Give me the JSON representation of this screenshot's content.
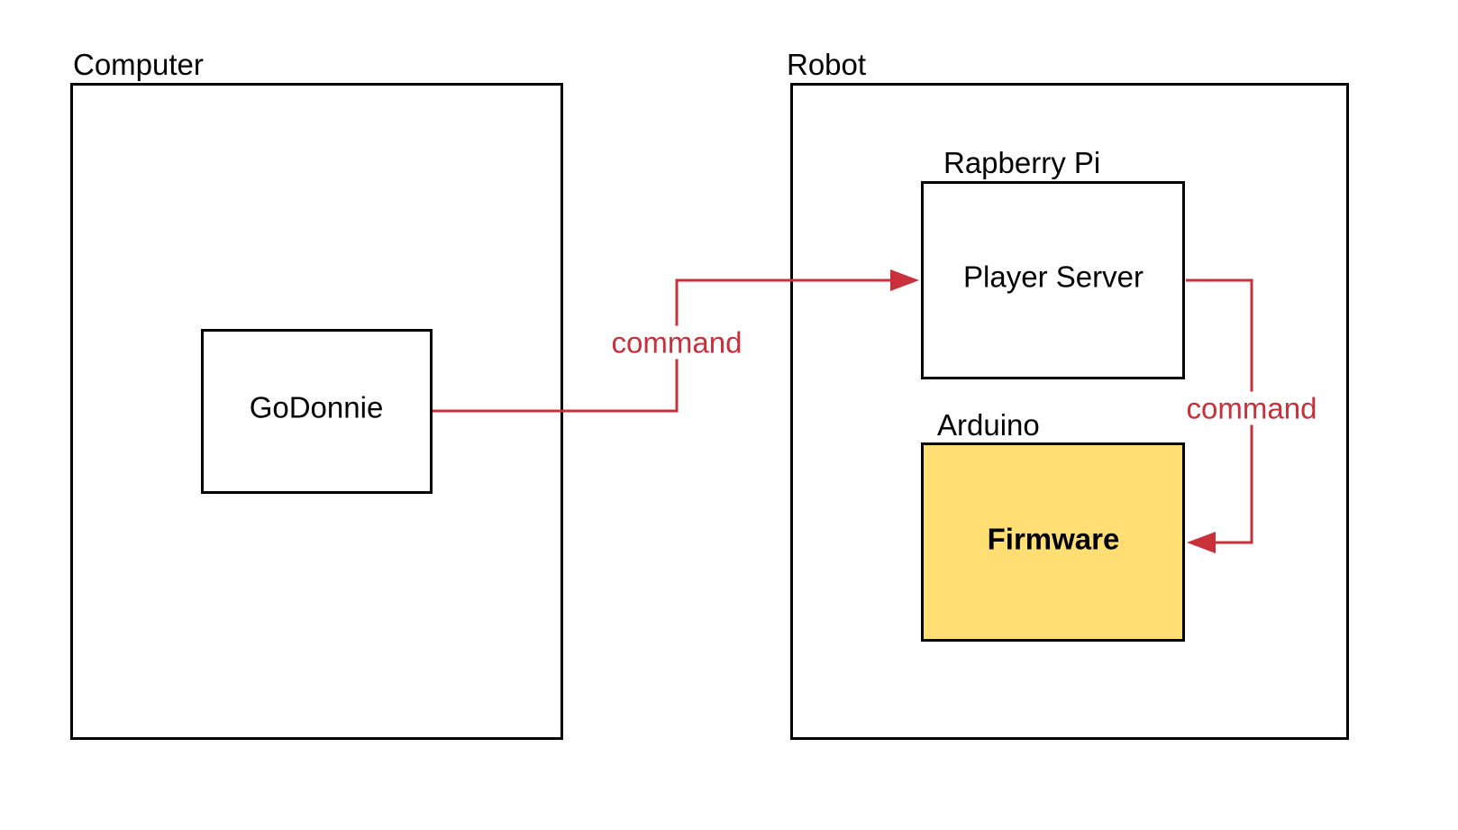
{
  "containers": {
    "computer": {
      "title": "Computer"
    },
    "robot": {
      "title": "Robot"
    }
  },
  "nodes": {
    "godonnie": {
      "label": "GoDonnie"
    },
    "player_server": {
      "group_title": "Rapberry Pi",
      "label": "Player Server"
    },
    "firmware": {
      "group_title": "Arduino",
      "label": "Firmware"
    }
  },
  "edges": [
    {
      "from": "GoDonnie",
      "to": "Player Server",
      "label": "command"
    },
    {
      "from": "Player Server",
      "to": "Firmware",
      "label": "command"
    }
  ],
  "colors": {
    "edge": "#c8303a",
    "firmware_fill": "#ffdf73",
    "border": "#000000"
  }
}
